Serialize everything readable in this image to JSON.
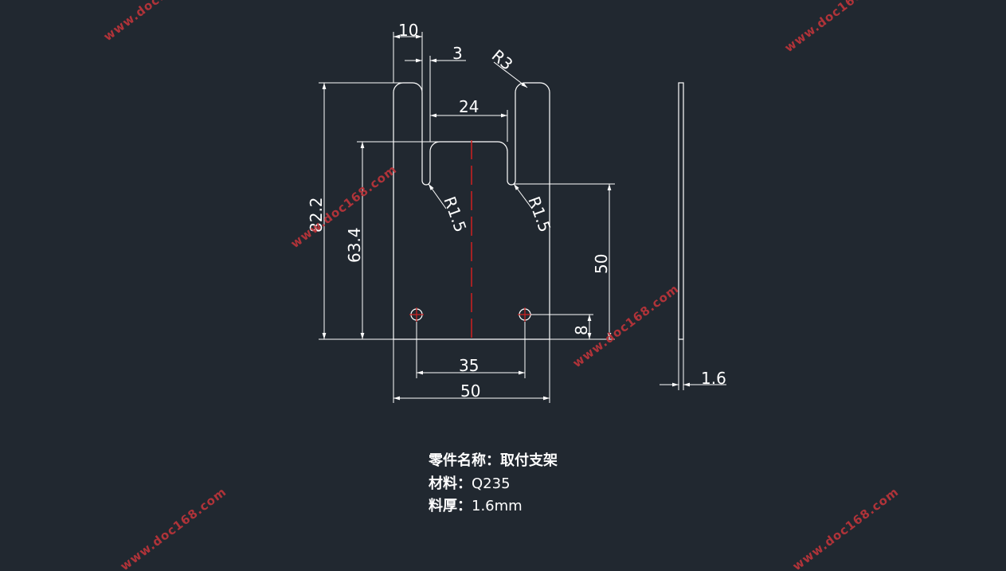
{
  "drawing": {
    "dimensions": {
      "top_width": "10",
      "slot_width": "3",
      "corner_radius": "R3",
      "inner_gap": "24",
      "slot_radius_left": "R1.5",
      "slot_radius_right": "R1.5",
      "total_height": "82.2",
      "inner_height": "63.4",
      "slot_to_hole": "50",
      "hole_offset": "8",
      "hole_spacing": "35",
      "total_width": "50",
      "thickness": "1.6"
    },
    "part_info": {
      "name_label": "零件名称：",
      "name_value": "取付支架",
      "material_label": "材料：",
      "material_value": "Q235",
      "thickness_label": "料厚：",
      "thickness_value": "1.6mm"
    },
    "watermark": "www.doc168.com",
    "colors": {
      "background": "#212830",
      "lines": "#ffffff",
      "centerline": "#d02020",
      "watermark": "#c0353a"
    }
  }
}
